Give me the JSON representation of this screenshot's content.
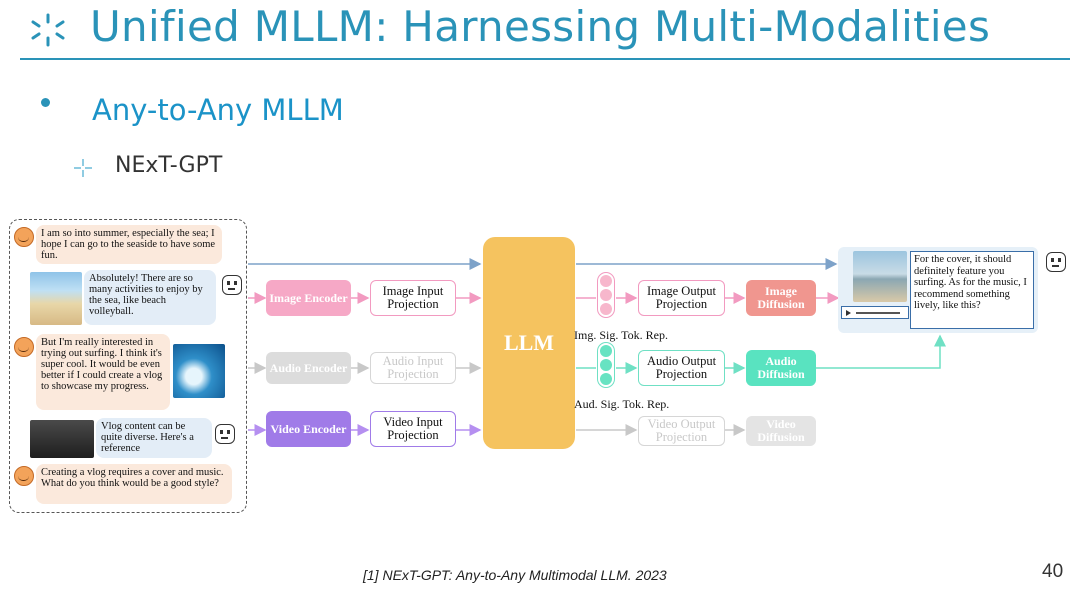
{
  "header": {
    "title": "Unified MLLM: Harnessing Multi-Modalities",
    "bullet": "Any-to-Any MLLM",
    "subbullet": "NExT-GPT"
  },
  "chat": {
    "messages": [
      {
        "role": "user",
        "text": "I am so into summer, especially the sea; I hope I can go to the seaside to have some fun."
      },
      {
        "role": "bot",
        "text": "Absolutely! There are so many activities to enjoy by the sea, like beach volleyball."
      },
      {
        "role": "user",
        "text": "But I'm really interested in trying out surfing. I think it's super cool. It would be even better if I could create a vlog to showcase my progress."
      },
      {
        "role": "bot",
        "text": "Vlog content can be quite diverse. Here's a reference"
      },
      {
        "role": "user",
        "text": "Creating a vlog requires a cover and music. What do you think would be a good style?"
      }
    ]
  },
  "diagram": {
    "encoders": {
      "image": "Image Encoder",
      "audio": "Audio Encoder",
      "video": "Video Encoder"
    },
    "input_projections": {
      "image": "Image Input Projection",
      "audio": "Audio Input Projection",
      "video": "Video Input Projection"
    },
    "llm": "LLM",
    "token_labels": {
      "image": "Img. Sig. Tok. Rep.",
      "audio": "Aud. Sig. Tok. Rep."
    },
    "output_projections": {
      "image": "Image Output Projection",
      "audio": "Audio Output Projection",
      "video": "Video Output Projection"
    },
    "diffusion": {
      "image": "Image Diffusion",
      "audio": "Audio Diffusion",
      "video": "Video Diffusion"
    },
    "output_text": "For the cover, it should definitely feature you surfing. As for the music, I recommend something lively, like this?",
    "colors": {
      "image": "#f6a8c6",
      "audio": "#d6d6d6",
      "video": "#a07be8",
      "audio_out": "#59e3c0",
      "llm": "#f5c35f",
      "image_diff": "#f0968f"
    }
  },
  "footer": {
    "citation": "[1] NExT-GPT: Any-to-Any Multimodal LLM. 2023",
    "page": "40"
  }
}
